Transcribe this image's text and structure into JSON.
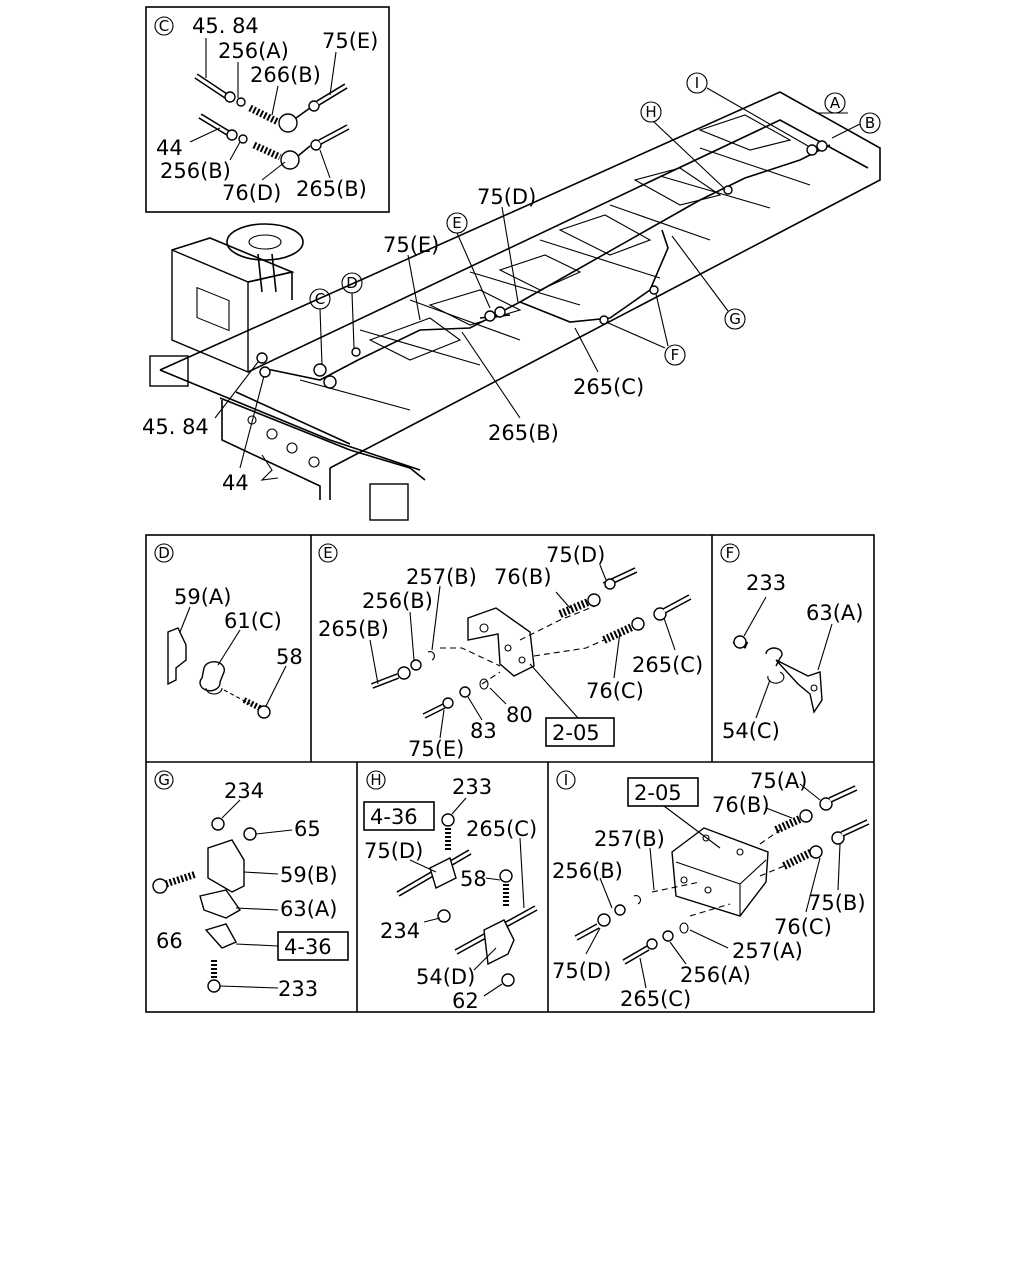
{
  "callouts_main": [
    "A",
    "B",
    "C",
    "D",
    "E",
    "F",
    "G",
    "H",
    "I"
  ],
  "main": {
    "labels": {
      "l_75E": "75(E)",
      "l_75D": "75(D)",
      "l_45_84": "45. 84",
      "l_44": "44",
      "l_265B": "265(B)",
      "l_265C": "265(C)"
    }
  },
  "detail_c": {
    "tag": "C",
    "labels": [
      "45. 84",
      "256(A)",
      "266(B)",
      "75(E)",
      "44",
      "256(B)",
      "76(D)",
      "265(B)"
    ]
  },
  "detail_d": {
    "tag": "D",
    "labels": [
      "59(A)",
      "61(C)",
      "58"
    ]
  },
  "detail_e": {
    "tag": "E",
    "labels": [
      "257(B)",
      "75(D)",
      "256(B)",
      "76(B)",
      "265(B)",
      "265(C)",
      "76(C)",
      "80",
      "83",
      "75(E)"
    ],
    "ref": "2-05"
  },
  "detail_f": {
    "tag": "F",
    "labels": [
      "233",
      "63(A)",
      "54(C)"
    ]
  },
  "detail_g": {
    "tag": "G",
    "labels": [
      "234",
      "65",
      "59(B)",
      "63(A)",
      "66",
      "233"
    ],
    "ref": "4-36"
  },
  "detail_h": {
    "tag": "H",
    "labels": [
      "233",
      "265(C)",
      "75(D)",
      "58",
      "234",
      "54(D)",
      "62"
    ],
    "ref": "4-36"
  },
  "detail_i": {
    "tag": "I",
    "labels": [
      "75(A)",
      "76(B)",
      "257(B)",
      "256(B)",
      "76(C)",
      "75(B)",
      "257(A)",
      "75(D)",
      "256(A)",
      "265(C)"
    ],
    "ref": "2-05"
  }
}
